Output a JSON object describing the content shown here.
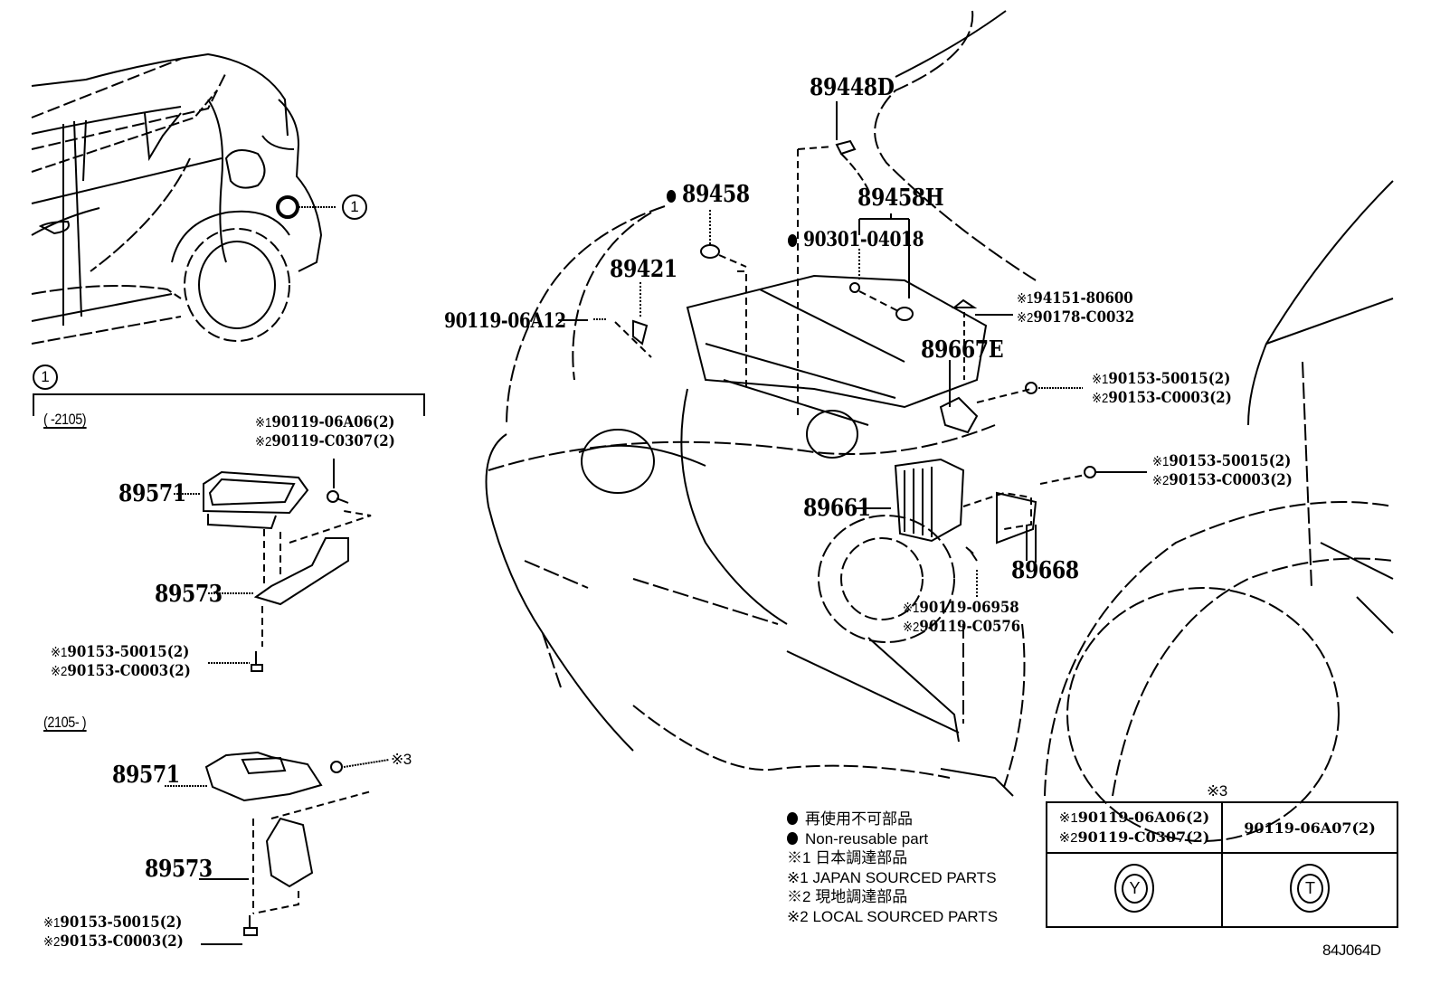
{
  "diagram": {
    "figure_code": "84J064D",
    "callout_ref": "1",
    "rear_view": {
      "callout_label": "1"
    },
    "inset": {
      "header_label": "1",
      "variant_a": {
        "range_label": "(      -2105)",
        "bolt_top": {
          "line1_mark": "※1",
          "line1_part": "90119-06A06(2)",
          "line2_mark": "※2",
          "line2_part": "90119-C0307(2)"
        },
        "part_upper": "89571",
        "part_bracket": "89573",
        "bolt_bottom": {
          "line1_mark": "※1",
          "line1_part": "90153-50015(2)",
          "line2_mark": "※2",
          "line2_part": "90153-C0003(2)"
        }
      },
      "variant_b": {
        "range_label": "(2105-      )",
        "bolt_ref": "※3",
        "part_upper": "89571",
        "part_bracket": "89573",
        "bolt_bottom": {
          "line1_mark": "※1",
          "line1_part": "90153-50015(2)",
          "line2_mark": "※2",
          "line2_part": "90153-C0003(2)"
        }
      }
    },
    "engine_bay": {
      "p_89448D": "89448D",
      "p_89458": "89458",
      "p_89458H": "89458H",
      "p_90301": "90301-04018",
      "p_89421": "89421",
      "p_90119_06A12": "90119-06A12",
      "nut": {
        "line1_mark": "※1",
        "line1_part": "94151-80600",
        "line2_mark": "※2",
        "line2_part": "90178-C0032"
      },
      "p_89667E": "89667E",
      "bolt_a": {
        "line1_mark": "※1",
        "line1_part": "90153-50015(2)",
        "line2_mark": "※2",
        "line2_part": "90153-C0003(2)"
      },
      "bolt_b": {
        "line1_mark": "※1",
        "line1_part": "90153-50015(2)",
        "line2_mark": "※2",
        "line2_part": "90153-C0003(2)"
      },
      "p_89661": "89661",
      "p_89668": "89668",
      "screw": {
        "line1_mark": "※1",
        "line1_part": "90119-06958",
        "line2_mark": "※2",
        "line2_part": "90119-C0576"
      }
    },
    "legend": {
      "items": [
        {
          "bullet": "dot",
          "text": "再使用不可部品"
        },
        {
          "bullet": "dot",
          "text": "Non-reusable part"
        },
        {
          "bullet": "※1",
          "text": "日本調達部品"
        },
        {
          "bullet": "※1",
          "text": "JAPAN SOURCED PARTS"
        },
        {
          "bullet": "※2",
          "text": "現地調達部品"
        },
        {
          "bullet": "※2",
          "text": "LOCAL SOURCED PARTS"
        }
      ]
    },
    "ref_table": {
      "title": "※3",
      "col1": {
        "line1_mark": "※1",
        "line1_part": "90119-06A06(2)",
        "line2_mark": "※2",
        "line2_part": "90119-C0307(2)",
        "head_mark": "Y"
      },
      "col2": {
        "part": "90119-06A07(2)",
        "head_mark": "T"
      }
    }
  }
}
